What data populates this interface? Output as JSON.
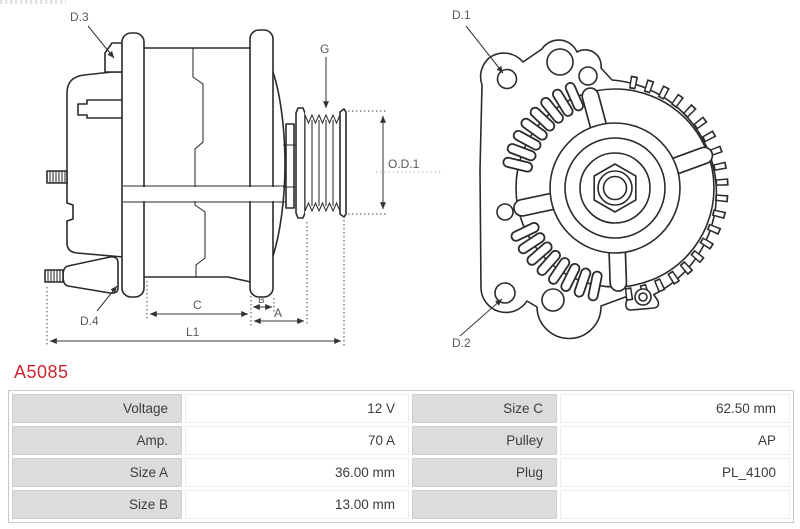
{
  "part_number": "A5085",
  "diagram": {
    "side_view": {
      "labels": {
        "d3": "D.3",
        "d4": "D.4",
        "g": "G",
        "od1": "O.D.1",
        "c": "C",
        "b": "B",
        "a": "A",
        "l1": "L1"
      }
    },
    "front_view": {
      "labels": {
        "d1": "D.1",
        "d2": "D.2"
      }
    }
  },
  "spec_table": {
    "rows": [
      {
        "c1_label": "Voltage",
        "c1_value": "12 V",
        "c2_label": "Size C",
        "c2_value": "62.50 mm"
      },
      {
        "c1_label": "Amp.",
        "c1_value": "70 A",
        "c2_label": "Pulley",
        "c2_value": "AP"
      },
      {
        "c1_label": "Size A",
        "c1_value": "36.00 mm",
        "c2_label": "Plug",
        "c2_value": "PL_4100"
      },
      {
        "c1_label": "Size B",
        "c1_value": "13.00 mm",
        "c2_label": "",
        "c2_value": ""
      }
    ]
  },
  "colors": {
    "part_number_red": "#cc2630",
    "line_color": "#2b2b2b",
    "dim_label_gray": "#58595b",
    "table_label_bg": "#dcdcdc"
  }
}
